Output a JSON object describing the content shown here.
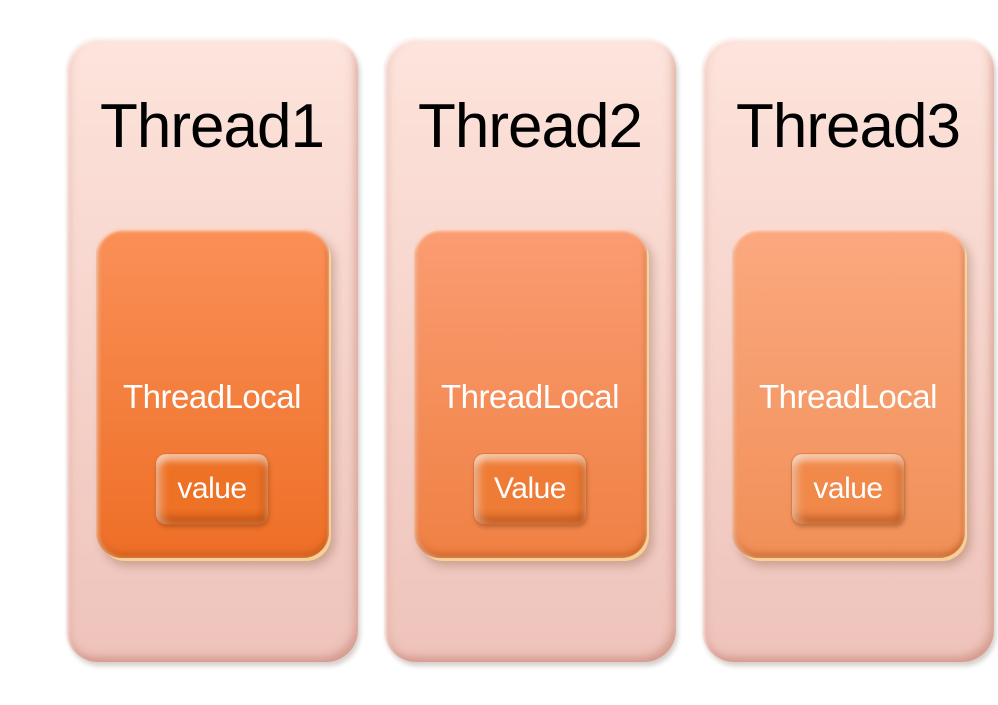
{
  "diagram": {
    "card_top_color": "#fde4dc",
    "card_bottom_color": "#eec3ba",
    "title_text_color": "#000000",
    "label_text_color": "#ffffff",
    "threads": [
      {
        "title": "Thread1",
        "box_label": "ThreadLocal",
        "value_label": "value",
        "box_top_color": "#fa9058",
        "box_bottom_color": "#ee6f26",
        "button_color": "#ee7226"
      },
      {
        "title": "Thread2",
        "box_label": "ThreadLocal",
        "value_label": "Value",
        "box_top_color": "#fb9c72",
        "box_bottom_color": "#ef8144",
        "button_color": "#ef7c36"
      },
      {
        "title": "Thread3",
        "box_label": "ThreadLocal",
        "value_label": "value",
        "box_top_color": "#fca87f",
        "box_bottom_color": "#f09058",
        "button_color": "#f1894a"
      }
    ]
  }
}
